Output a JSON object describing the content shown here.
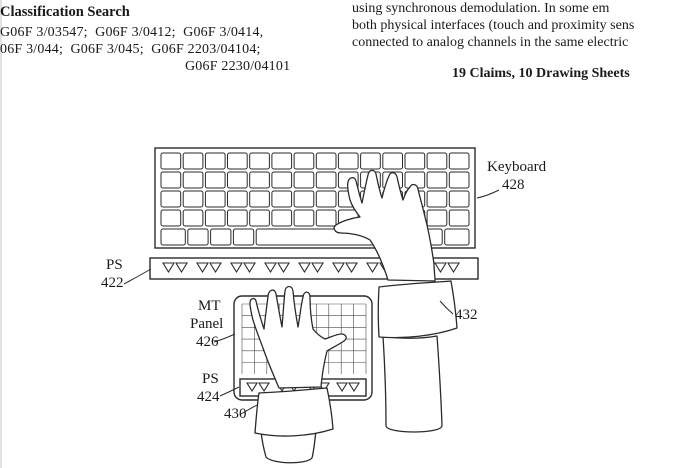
{
  "left_column": {
    "heading": "Classification Search",
    "lines": [
      "G06F 3/03547;  G06F 3/0412;  G06F 3/0414,",
      "06F 3/044;  G06F 3/045;  G06F 2203/04104;",
      "G06F 2230/04101"
    ]
  },
  "right_column": {
    "lines": [
      "using synchronous demodulation. In some em",
      "both physical interfaces (touch and proximity sens",
      "connected to analog channels in the same electric"
    ],
    "claims_line": "19 Claims, 10 Drawing Sheets"
  },
  "figure": {
    "labels": {
      "keyboard": "Keyboard",
      "keyboard_ref": "428",
      "ps_top": "PS",
      "ps_top_ref": "422",
      "mt_line1": "MT",
      "mt_line2": "Panel",
      "mt_ref": "426",
      "ps_bottom": "PS",
      "ps_bottom_ref": "424",
      "right_hand_ref": "432",
      "left_hand_ref": "430"
    }
  }
}
